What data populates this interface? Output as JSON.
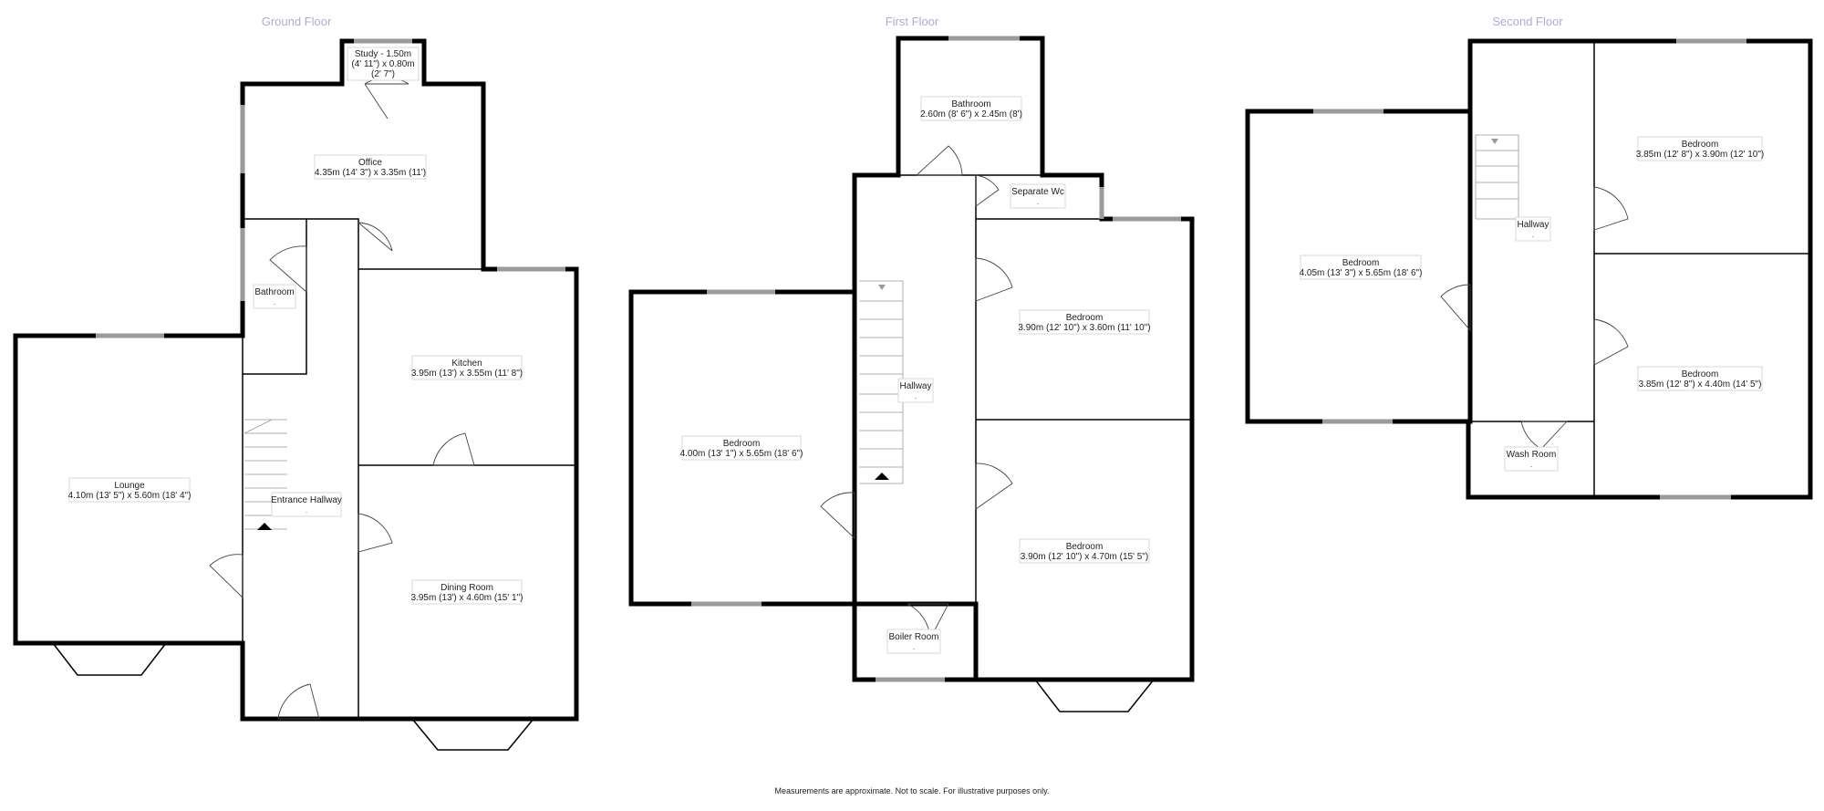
{
  "floors": {
    "ground": {
      "title": "Ground Floor",
      "rooms": {
        "study": {
          "name": "Study - 1.50m",
          "dims": "(4' 11\") x 0.80m",
          "dims2": "(2' 7\")"
        },
        "office": {
          "name": "Office",
          "dims": "4.35m (14' 3\") x 3.35m (11')"
        },
        "bathroom": {
          "name": "Bathroom",
          "dims": "."
        },
        "kitchen": {
          "name": "Kitchen",
          "dims": "3.95m (13') x 3.55m (11' 8\")"
        },
        "lounge": {
          "name": "Lounge",
          "dims": "4.10m (13' 5\") x 5.60m (18' 4\")"
        },
        "entrance_hallway": {
          "name": "Entrance Hallway",
          "dims": "."
        },
        "dining_room": {
          "name": "Dining Room",
          "dims": "3.95m (13') x 4.60m (15' 1\")"
        }
      }
    },
    "first": {
      "title": "First Floor",
      "rooms": {
        "bathroom": {
          "name": "Bathroom",
          "dims": "2.60m (8' 6\") x 2.45m (8')"
        },
        "separate_wc": {
          "name": "Separate Wc",
          "dims": "."
        },
        "bedroom_front_right": {
          "name": "Bedroom",
          "dims": "3.90m (12' 10\") x 3.60m (11' 10\")"
        },
        "hallway": {
          "name": "Hallway",
          "dims": "."
        },
        "bedroom_left": {
          "name": "Bedroom",
          "dims": "4.00m (13' 1\") x 5.65m (18' 6\")"
        },
        "bedroom_rear_right": {
          "name": "Bedroom",
          "dims": "3.90m (12' 10\") x 4.70m (15' 5\")"
        },
        "boiler_room": {
          "name": "Boiler Room",
          "dims": "."
        }
      }
    },
    "second": {
      "title": "Second Floor",
      "rooms": {
        "bedroom_top_right": {
          "name": "Bedroom",
          "dims": "3.85m (12' 8\") x 3.90m (12' 10\")"
        },
        "hallway": {
          "name": "Hallway",
          "dims": "."
        },
        "bedroom_left": {
          "name": "Bedroom",
          "dims": "4.05m (13' 3\") x 5.65m (18' 6\")"
        },
        "bedroom_bottom_right": {
          "name": "Bedroom",
          "dims": "3.85m (12' 8\") x 4.40m (14' 5\")"
        },
        "wash_room": {
          "name": "Wash Room",
          "dims": "."
        }
      }
    }
  },
  "footer": {
    "note": "Measurements are approximate. Not to scale. For illustrative purposes only."
  },
  "colors": {
    "wall": "#000000",
    "window": "#9a9a9a",
    "floor_title": "#b3a9d9",
    "label_border": "#cfcfcf"
  }
}
